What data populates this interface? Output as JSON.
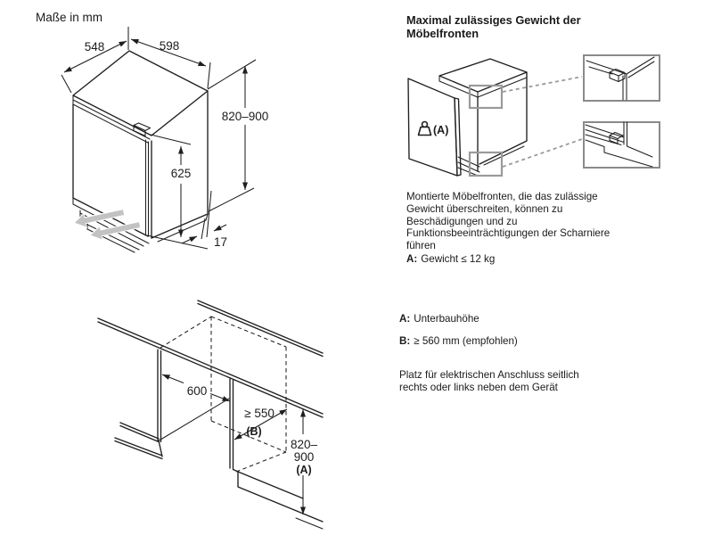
{
  "page": {
    "units_label": "Maße in mm"
  },
  "colors": {
    "line": "#1f1f1f",
    "gray_accent": "#9a9a9a",
    "pull_arrow_fill": "#c2c2c2",
    "hinge_fill": "#d4d4d4"
  },
  "fridge_diagram": {
    "depth": "548",
    "width": "598",
    "height_range": "820–900",
    "door_height": "625",
    "plinth_offset": "17"
  },
  "weight_section": {
    "heading": "Maximal zulässiges Gewicht der Möbelfronten",
    "front_label": "(A)",
    "warning_text": "Montierte Möbelfronten, die das zulässige Gewicht überschreiten, können zu Beschädigungen und zu Funktionsbeeinträchtigungen der Scharniere führen",
    "weight_key": "A:",
    "weight_value": "Gewicht ≤ 12 kg"
  },
  "niche_diagram": {
    "width": "600",
    "depth_min": "≥ 550",
    "depth_key": "(B)",
    "height_line1": "820–",
    "height_line2": "900",
    "height_key": "(A)"
  },
  "legend": {
    "item_a_key": "A:",
    "item_a_text": "Unterbauhöhe",
    "item_b_key": "B:",
    "item_b_text": "≥ 560 mm (empfohlen)",
    "note": "Platz für elektrischen Anschluss seitlich rechts oder links neben dem Gerät"
  }
}
